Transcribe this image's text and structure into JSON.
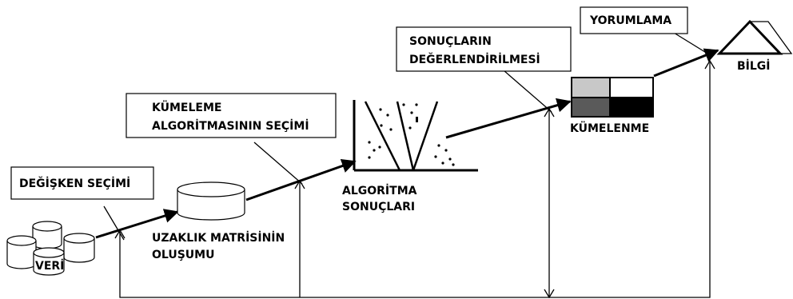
{
  "labels": {
    "degisken_secimi": "DEĞİŞKEN SEÇİMİ",
    "veri": "VERİ",
    "uzaklik_line1": "UZAKLIK MATRİSİNİN",
    "uzaklik_line2": "OLUŞUMU",
    "kumeleme_line1": "KÜMELEME",
    "kumeleme_line2": "ALGORİTMASININ SEÇİMİ",
    "algoritma_line1": "ALGORİTMA",
    "algoritma_line2": "SONUÇLARI",
    "sonuclarin_line1": "SONUÇLARIN",
    "sonuclarin_line2": "DEĞERLENDİRİLMESİ",
    "kumelenme": "KÜMELENME",
    "yorumlama": "YORUMLAMA",
    "bilgi": "BİLGİ"
  },
  "colors": {
    "stroke": "#000000",
    "grid_light": "#c8c8c8",
    "grid_white": "#ffffff",
    "grid_dark": "#5a5a5a",
    "grid_black": "#000000"
  }
}
